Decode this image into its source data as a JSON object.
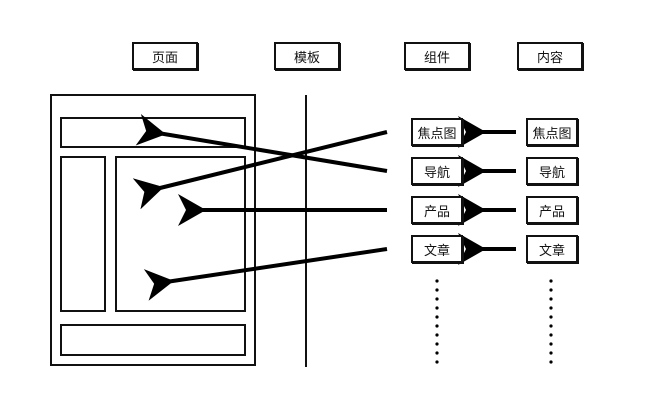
{
  "headers": {
    "page": "页面",
    "template": "模板",
    "component": "组件",
    "content": "内容"
  },
  "components": [
    {
      "label": "焦点图"
    },
    {
      "label": "导航"
    },
    {
      "label": "产品"
    },
    {
      "label": "文章"
    }
  ],
  "contents": [
    {
      "label": "焦点图"
    },
    {
      "label": "导航"
    },
    {
      "label": "产品"
    },
    {
      "label": "文章"
    }
  ],
  "continuation_marker": "more-items-dots"
}
